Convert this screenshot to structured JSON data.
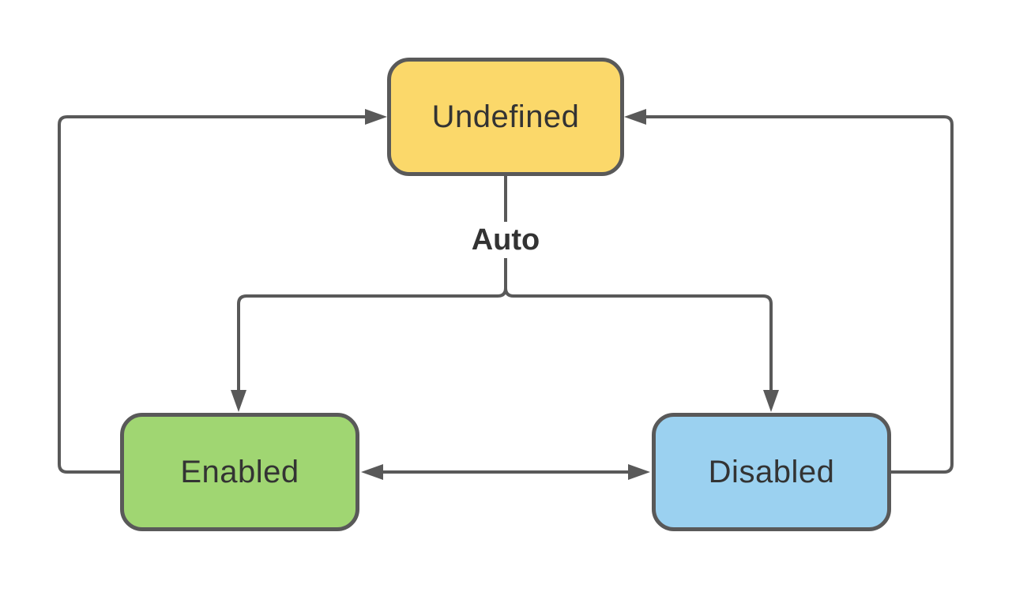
{
  "diagram": {
    "background": "#ffffff",
    "line_color": "#595959",
    "text_color": "#333333",
    "label_background": "#ffffff",
    "branch_label": "Auto",
    "nodes": [
      {
        "id": "undefined",
        "label": "Undefined",
        "fill": "#FBD86A",
        "border": "#595959"
      },
      {
        "id": "enabled",
        "label": "Enabled",
        "fill": "#A0D672",
        "border": "#595959"
      },
      {
        "id": "disabled",
        "label": "Disabled",
        "fill": "#9BD1F0",
        "border": "#595959"
      }
    ],
    "edges": [
      {
        "id": "undefined-to-enabled",
        "from": "Undefined",
        "to": "Enabled",
        "label": "Auto"
      },
      {
        "id": "undefined-to-disabled",
        "from": "Undefined",
        "to": "Disabled",
        "label": "Auto"
      },
      {
        "id": "enabled-to-undefined",
        "from": "Enabled",
        "to": "Undefined",
        "label": ""
      },
      {
        "id": "disabled-to-undefined",
        "from": "Disabled",
        "to": "Undefined",
        "label": ""
      },
      {
        "id": "enabled-disabled-bidirectional",
        "from": "Enabled",
        "to": "Disabled",
        "label": "",
        "bidirectional": true
      }
    ]
  }
}
